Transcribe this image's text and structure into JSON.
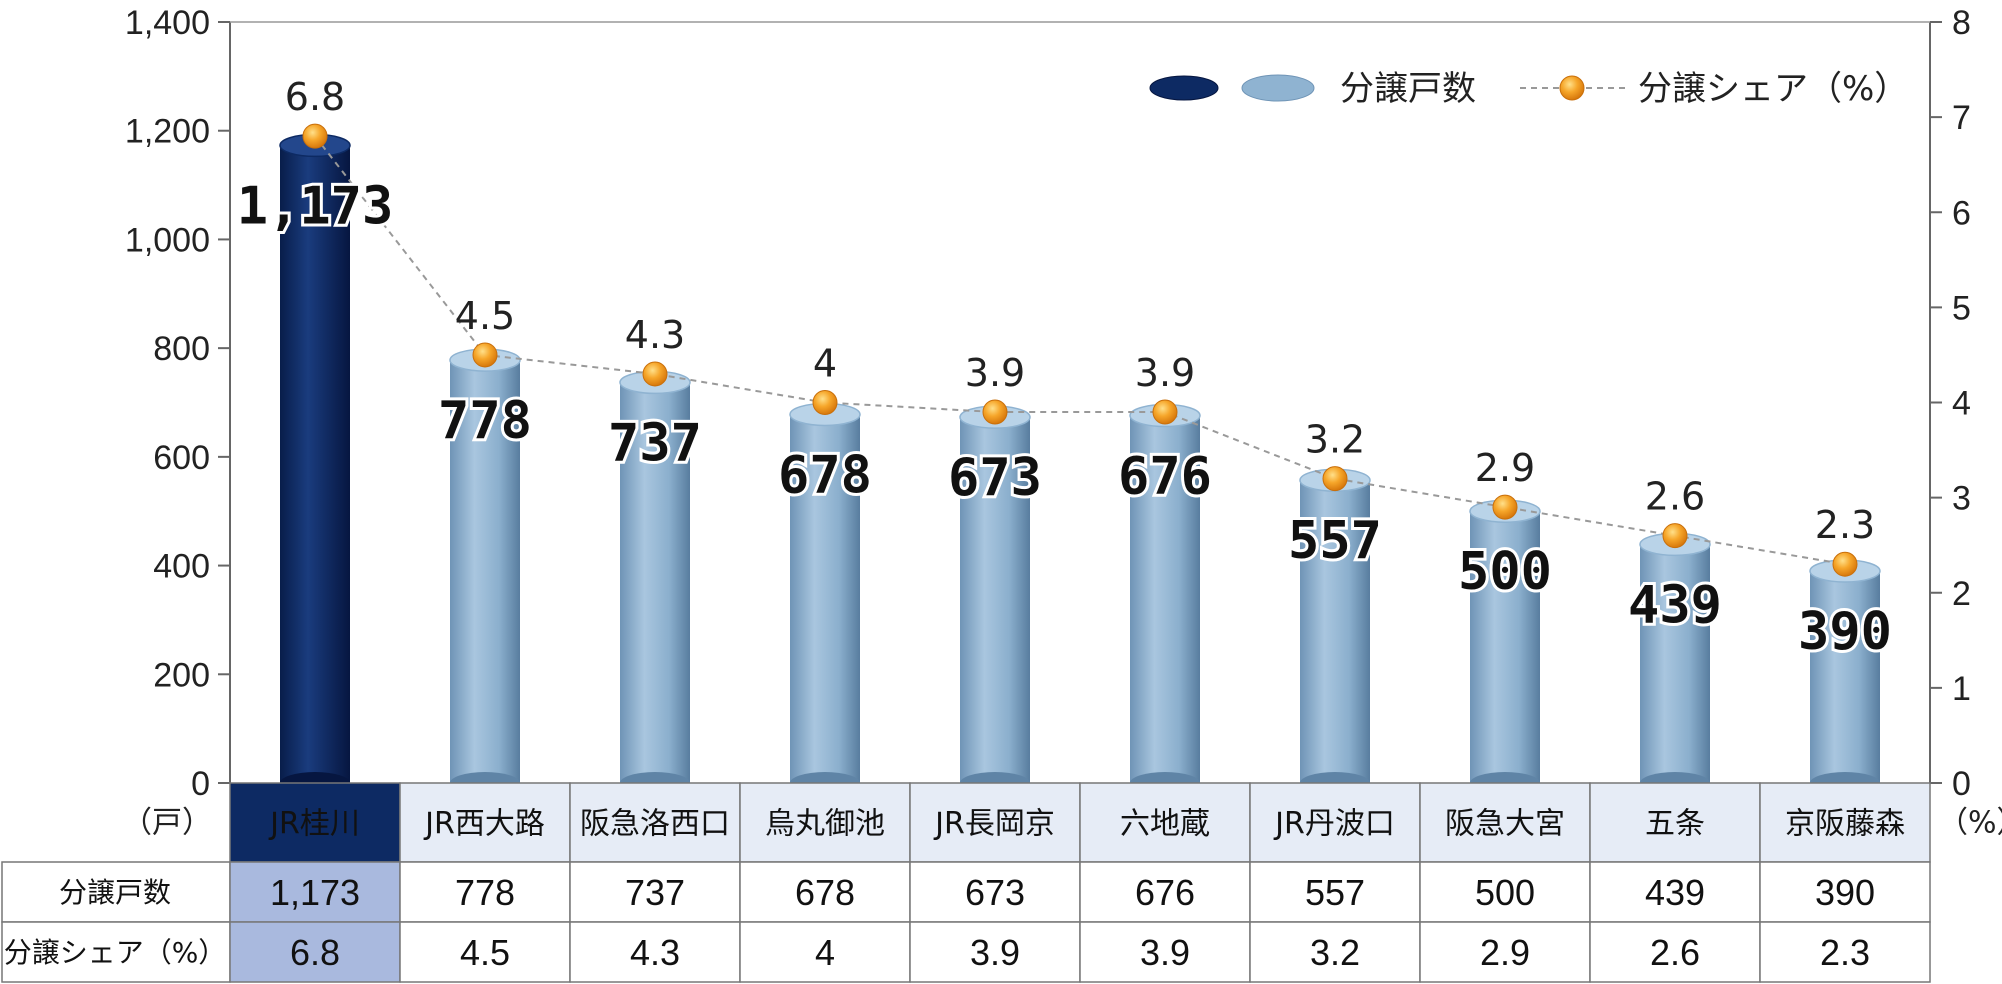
{
  "chart_data": {
    "type": "bar",
    "categories": [
      "JR桂川",
      "JR西大路",
      "阪急洛西口",
      "烏丸御池",
      "JR長岡京",
      "六地蔵",
      "JR丹波口",
      "阪急大宮",
      "五条",
      "京阪藤森"
    ],
    "series": [
      {
        "name": "分譲戸数",
        "type": "bar",
        "axis": "left",
        "values": [
          1173,
          778,
          737,
          678,
          673,
          676,
          557,
          500,
          439,
          390
        ],
        "value_labels": [
          "1,173",
          "778",
          "737",
          "678",
          "673",
          "676",
          "557",
          "500",
          "439",
          "390"
        ]
      },
      {
        "name": "分譲シェア（%）",
        "type": "line",
        "axis": "right",
        "values": [
          6.8,
          4.5,
          4.3,
          4,
          3.9,
          3.9,
          3.2,
          2.9,
          2.6,
          2.3
        ],
        "value_labels": [
          "6.8",
          "4.5",
          "4.3",
          "4",
          "3.9",
          "3.9",
          "3.2",
          "2.9",
          "2.6",
          "2.3"
        ]
      }
    ],
    "y_left": {
      "range": [
        0,
        1400
      ],
      "ticks": [
        "0",
        "200",
        "400",
        "600",
        "800",
        "1,000",
        "1,200",
        "1,400"
      ],
      "unit": "（戸）"
    },
    "y_right": {
      "range": [
        0,
        8
      ],
      "ticks": [
        "0",
        "1",
        "2",
        "3",
        "4",
        "5",
        "6",
        "7",
        "8"
      ],
      "unit": "（%）"
    },
    "highlight_index": 0,
    "legend": {
      "position": "top-right",
      "items": [
        "分譲戸数",
        "分譲シェア（%）"
      ]
    },
    "colors": {
      "highlight_bar": "#0d2a63",
      "bar": "#8fb3d1",
      "line": "#999999",
      "marker": "#f39a1e",
      "highlight_cell": "#a9b9de",
      "category_cell": "#e6ecf6"
    }
  },
  "table": {
    "row_headers": [
      "分譲戸数",
      "分譲シェア（%）"
    ],
    "rows": [
      [
        "1,173",
        "778",
        "737",
        "678",
        "673",
        "676",
        "557",
        "500",
        "439",
        "390"
      ],
      [
        "6.8",
        "4.5",
        "4.3",
        "4",
        "3.9",
        "3.9",
        "3.2",
        "2.9",
        "2.6",
        "2.3"
      ]
    ]
  }
}
